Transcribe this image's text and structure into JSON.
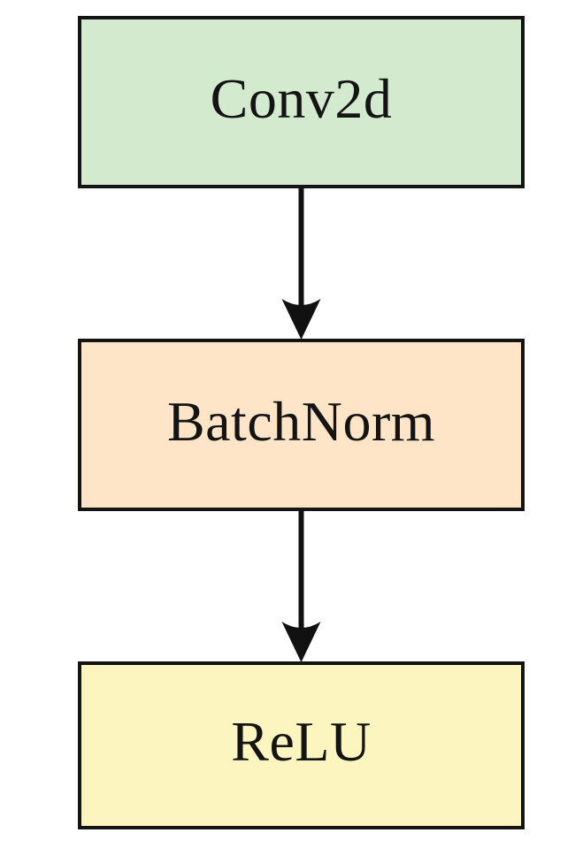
{
  "diagram": {
    "type": "flowchart",
    "direction": "top-to-bottom",
    "background": "#ffffff",
    "node_border_color": "#141414",
    "text_color": "#141414",
    "arrow_color": "#111111",
    "nodes": [
      {
        "label": "Conv2d",
        "fill": "#d3eacf"
      },
      {
        "label": "BatchNorm",
        "fill": "#ffe5c8"
      },
      {
        "label": "ReLU",
        "fill": "#fdf5c0"
      }
    ],
    "edges": [
      {
        "from": "Conv2d",
        "to": "BatchNorm"
      },
      {
        "from": "BatchNorm",
        "to": "ReLU"
      }
    ]
  }
}
